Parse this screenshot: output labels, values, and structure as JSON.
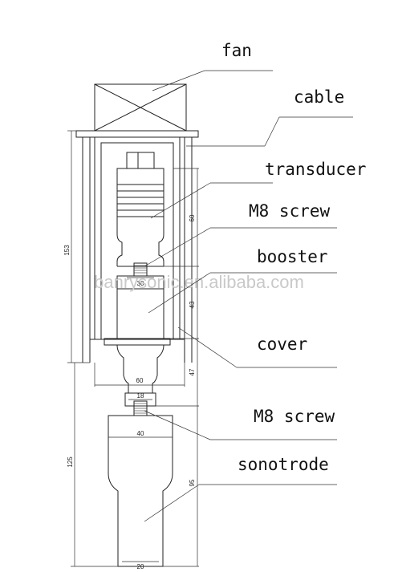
{
  "labels": {
    "fan": "fan",
    "cable": "cable",
    "transducer": "transducer",
    "m8_screw_top": "M8 screw",
    "booster": "booster",
    "cover": "cover",
    "m8_screw_bottom": "M8 screw",
    "sonotrode": "sonotrode"
  },
  "dimensions": {
    "d153": "153",
    "d60": "60",
    "d30": "30",
    "d43": "43",
    "d47": "47",
    "d60w": "60",
    "d18": "18",
    "d40": "40",
    "d125": "125",
    "d95": "95",
    "d20": "20"
  },
  "watermark": "banrysonic.en.alibaba.com"
}
